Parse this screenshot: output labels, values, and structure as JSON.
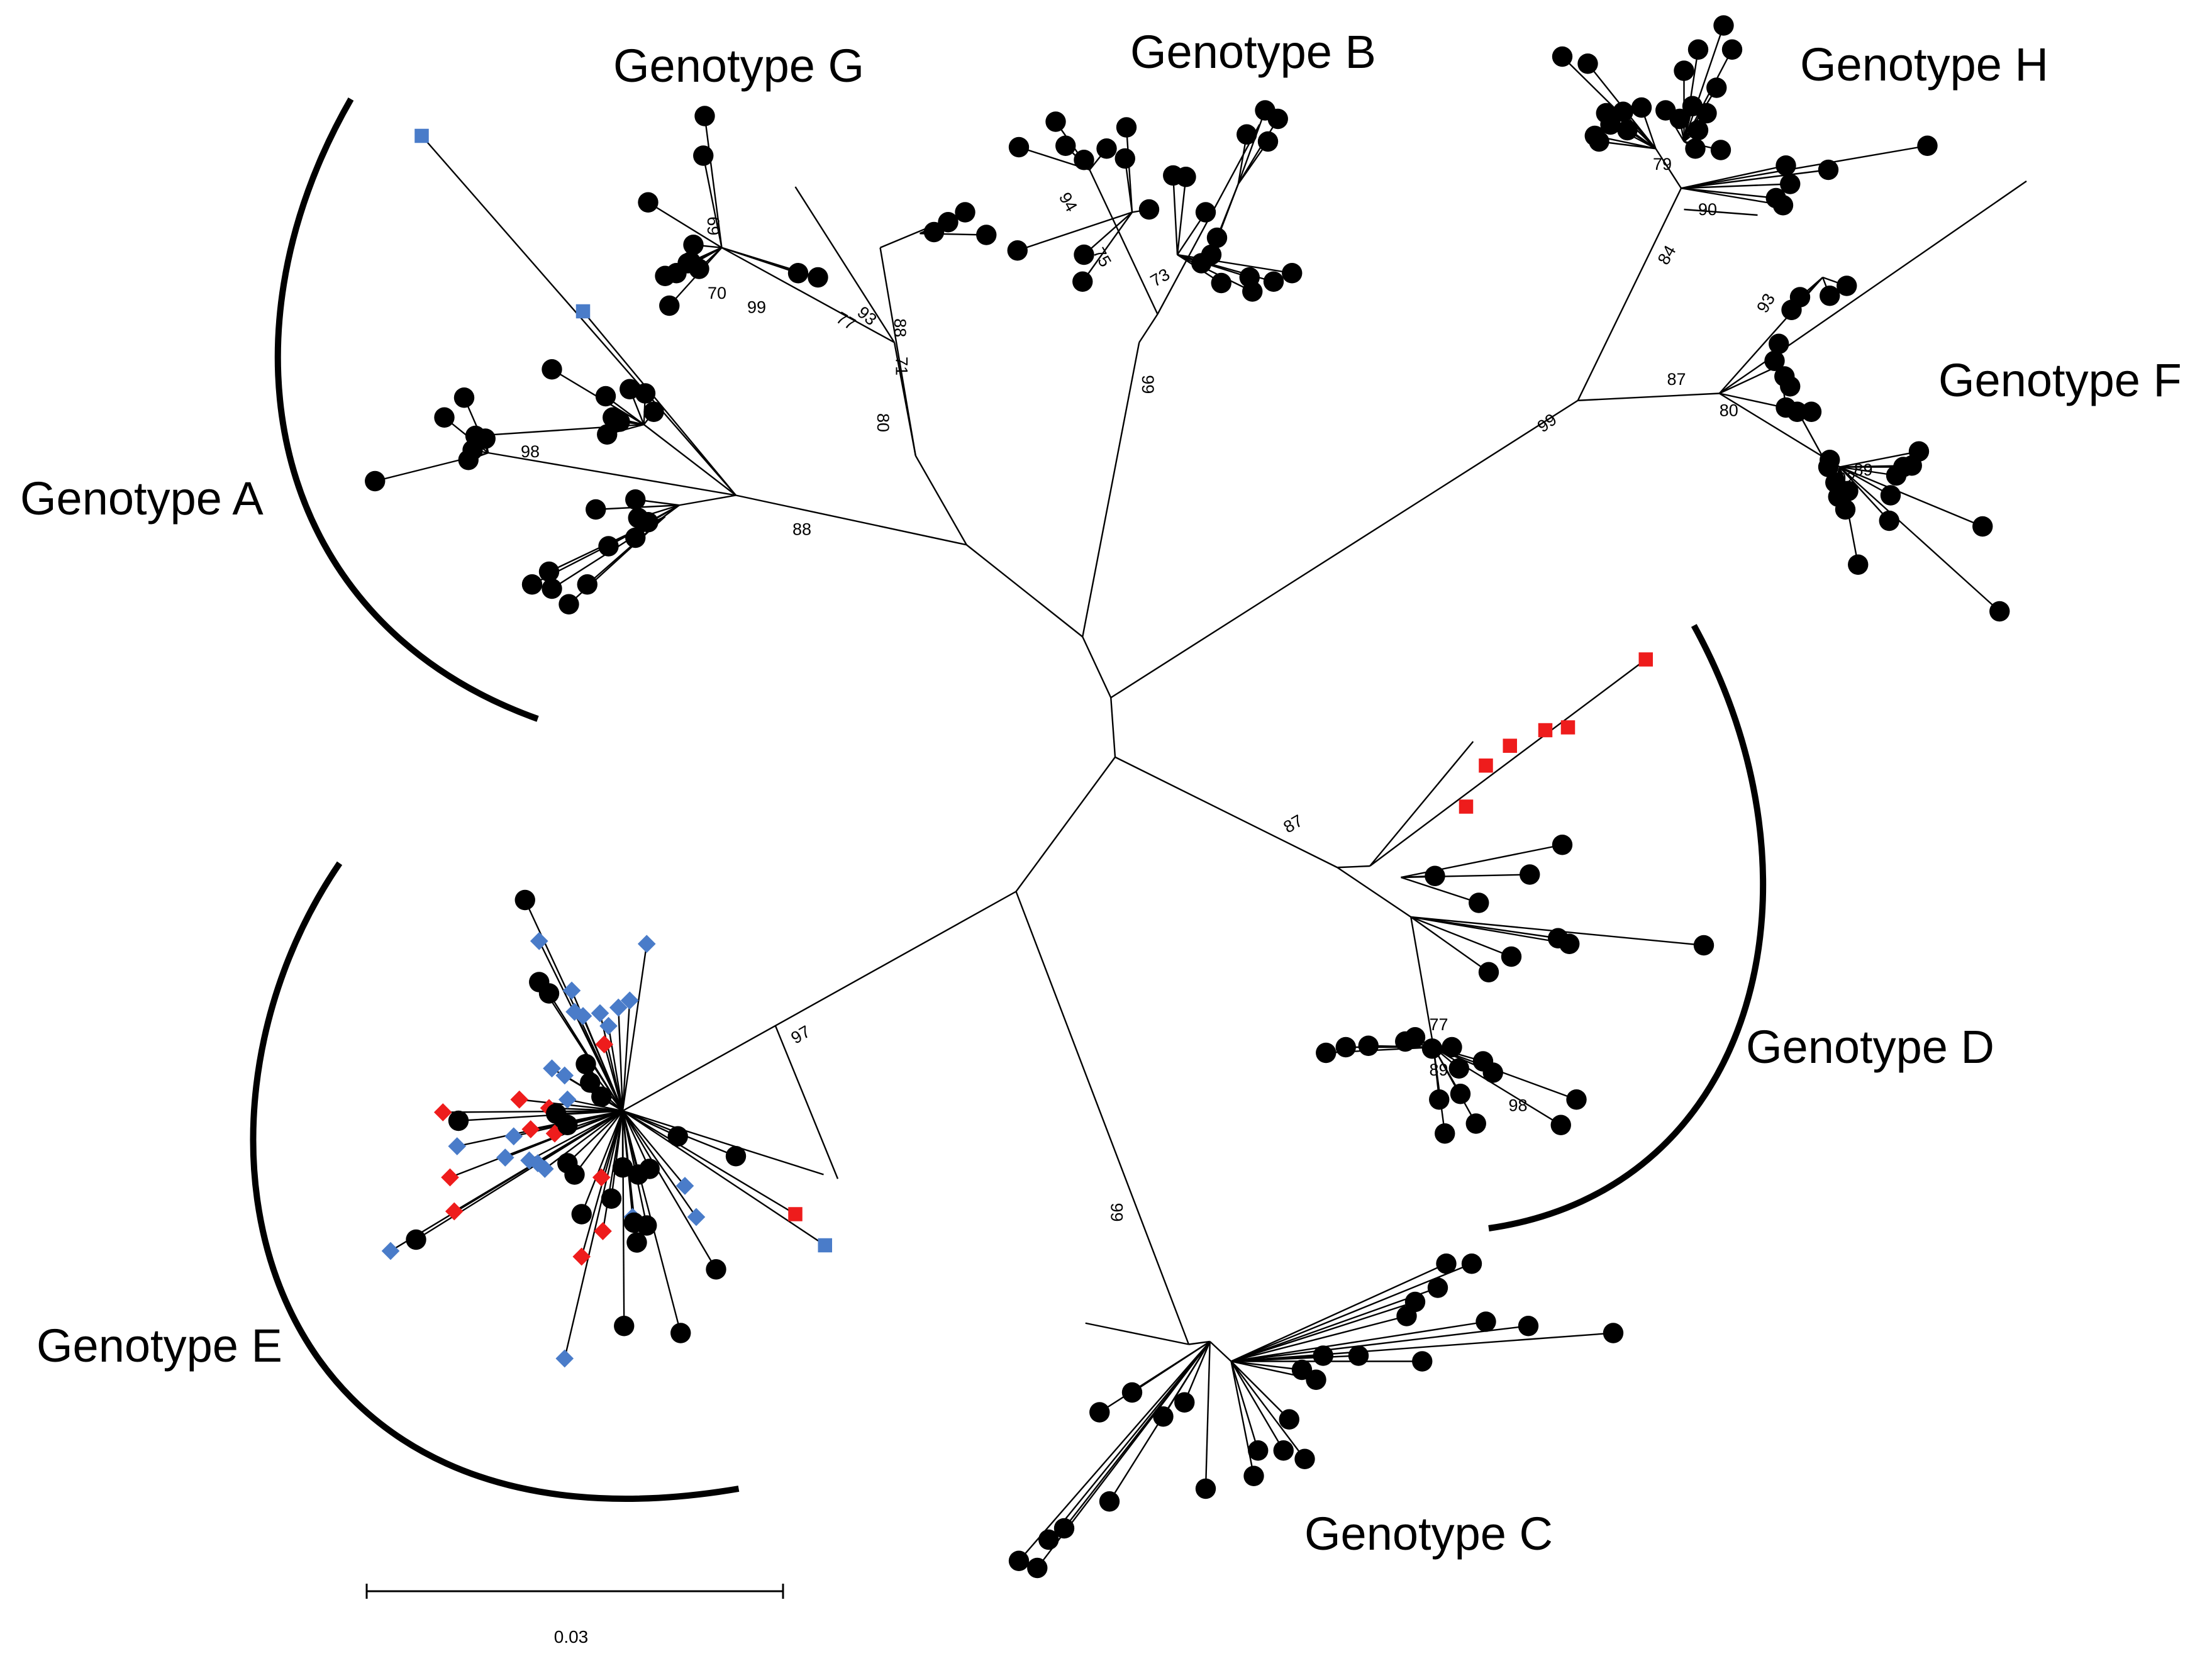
{
  "figure": {
    "type": "unrooted phylogenetic tree",
    "colors": {
      "branch": "#000000",
      "circle_tip": "#000000",
      "blue_square_tip": "#4a7cc9",
      "red_square_tip": "#ee1c1c"
    }
  },
  "clades": [
    {
      "id": "A",
      "label": "Genotype A",
      "bootstrap": [
        "88",
        "98"
      ],
      "bracket": true
    },
    {
      "id": "G",
      "label": "Genotype G",
      "bootstrap": [
        "70",
        "99",
        "69",
        "77",
        "93",
        "88",
        "71",
        "80"
      ],
      "bracket": false
    },
    {
      "id": "B",
      "label": "Genotype B",
      "bootstrap": [
        "99",
        "94",
        "75",
        "73"
      ],
      "bracket": false
    },
    {
      "id": "H",
      "label": "Genotype H",
      "bootstrap": [
        "84",
        "79",
        "90"
      ],
      "bracket": false
    },
    {
      "id": "F",
      "label": "Genotype F",
      "bootstrap": [
        "99",
        "87",
        "80",
        "93",
        "89",
        "92"
      ],
      "bracket": false
    },
    {
      "id": "D",
      "label": "Genotype D",
      "bootstrap": [
        "87",
        "77",
        "98",
        "89"
      ],
      "bracket": true
    },
    {
      "id": "C",
      "label": "Genotype C",
      "bootstrap": [
        "99"
      ],
      "bracket": false
    },
    {
      "id": "E",
      "label": "Genotype E",
      "bootstrap": [
        "97"
      ],
      "bracket": true
    }
  ],
  "scale_bar": {
    "label": "0.03"
  }
}
